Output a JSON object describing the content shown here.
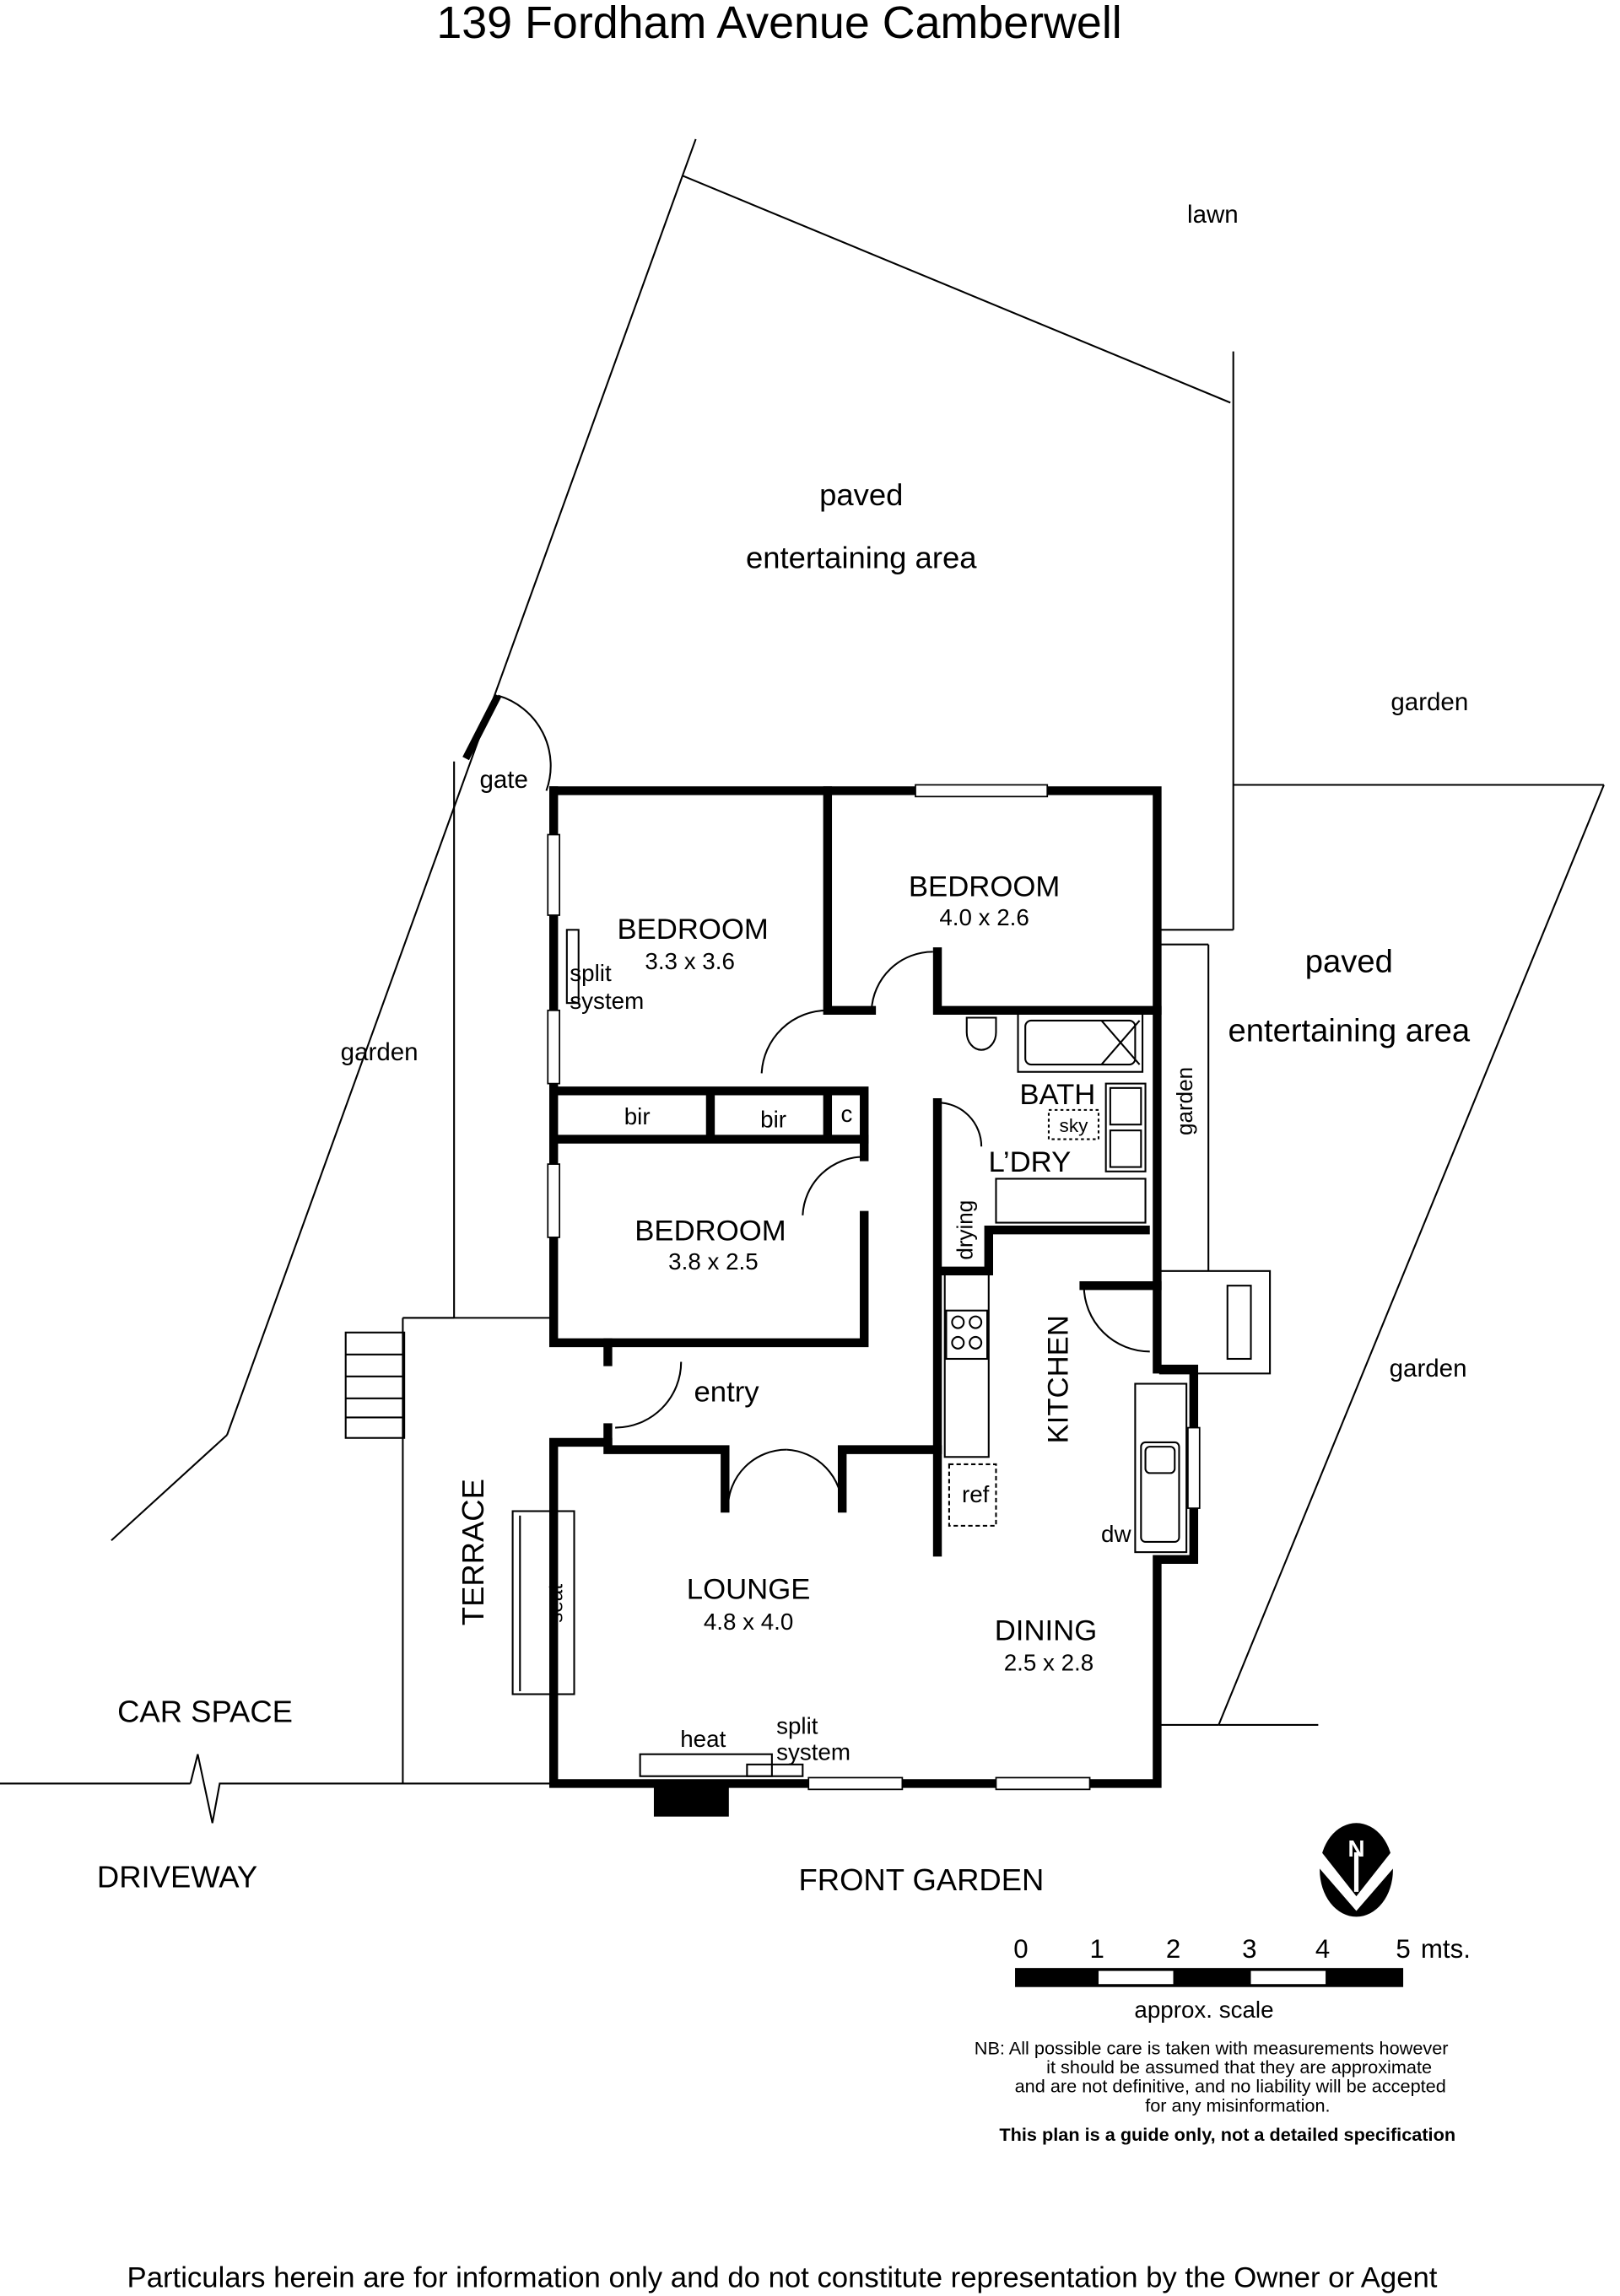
{
  "title": "139 Fordham Avenue Camberwell",
  "labels": {
    "lawn": "lawn",
    "paved_top": "paved",
    "entertaining_top": "entertaining area",
    "garden_right_top": "garden",
    "gate": "gate",
    "garden_left": "garden",
    "paved_right": "paved",
    "entertaining_right": "entertaining area",
    "garden_strip": "garden",
    "garden_right_bottom": "garden",
    "car_space": "CAR SPACE",
    "driveway": "DRIVEWAY",
    "front_garden": "FRONT GARDEN",
    "terrace": "TERRACE"
  },
  "rooms": {
    "bedroom1": {
      "name": "BEDROOM",
      "size": "3.3 x 3.6"
    },
    "bedroom2": {
      "name": "BEDROOM",
      "size": "4.0 x 2.6"
    },
    "bedroom3": {
      "name": "BEDROOM",
      "size": "3.8 x 2.5"
    },
    "lounge": {
      "name": "LOUNGE",
      "size": "4.8 x 4.0"
    },
    "dining": {
      "name": "DINING",
      "size": "2.5 x 2.8"
    },
    "bath": "BATH",
    "laundry": "L’DRY",
    "kitchen": "KITCHEN",
    "entry": "entry"
  },
  "fixtures": {
    "split1": "split",
    "split1b": "system",
    "bir1": "bir",
    "bir2": "bir",
    "c": "c",
    "sky": "sky",
    "drying": "drying",
    "ref": "ref",
    "dw": "dw",
    "seat": "seat",
    "heat": "heat",
    "split2": "split",
    "split2b": "system"
  },
  "north": "N",
  "scale": {
    "ticks": [
      "0",
      "1",
      "2",
      "3",
      "4",
      "5"
    ],
    "unit": "mts.",
    "caption": "approx. scale"
  },
  "disclaimer": {
    "lines": [
      "NB: All possible care is taken with measurements however",
      "it should be assumed that they are approximate",
      "and are not definitive, and no liability will be accepted",
      "for any misinformation."
    ],
    "bold": "This plan is a guide only, not a detailed specification"
  },
  "footer": "Particulars herein are for information only and do not constitute representation by the Owner or Agent"
}
